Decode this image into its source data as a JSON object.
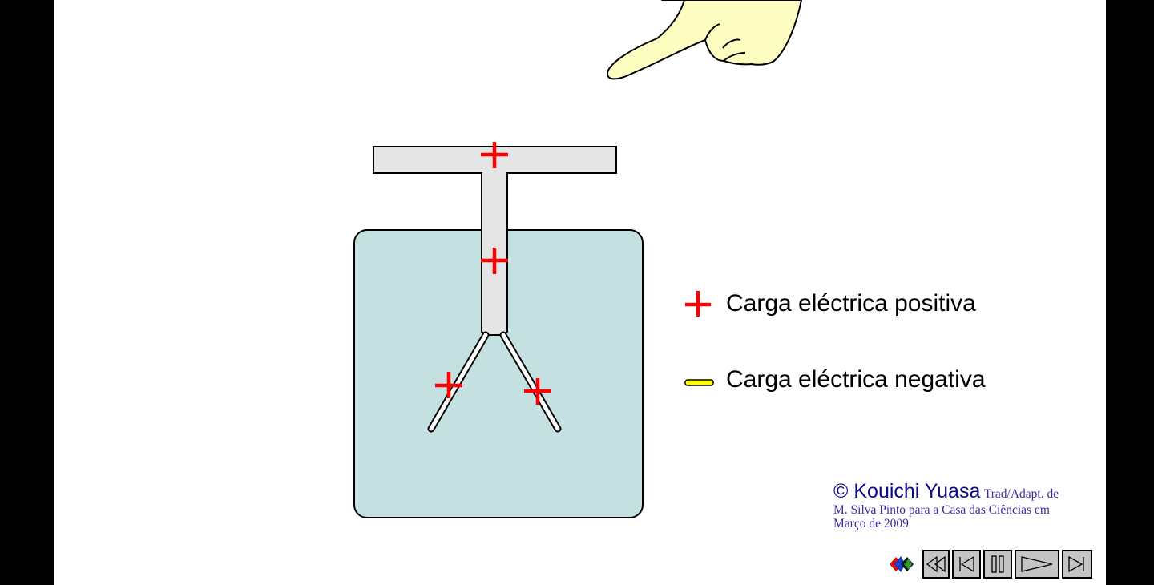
{
  "legend": {
    "positive_label": "Carga eléctrica positiva",
    "negative_label": "Carga eléctrica negativa"
  },
  "credit": {
    "author": "© Kouichi Yuasa",
    "line1": "Trad/Adapt. de",
    "line2": "M. Silva Pinto para a Casa das Ciências em",
    "line3": "Março de 2009"
  },
  "colors": {
    "positive": "#ff0000",
    "negative": "#ffff00",
    "jar": "#c5e0e0",
    "metal": "#e5e5e5",
    "hand": "#fdfdc2",
    "credit": "#0a0a8c"
  },
  "controls": [
    {
      "name": "rewind-button",
      "icon": "rewind-icon"
    },
    {
      "name": "back-to-start-button",
      "icon": "skip-back-icon"
    },
    {
      "name": "pause-button",
      "icon": "pause-icon"
    },
    {
      "name": "play-button",
      "icon": "play-icon"
    },
    {
      "name": "skip-to-end-button",
      "icon": "skip-forward-icon"
    }
  ]
}
